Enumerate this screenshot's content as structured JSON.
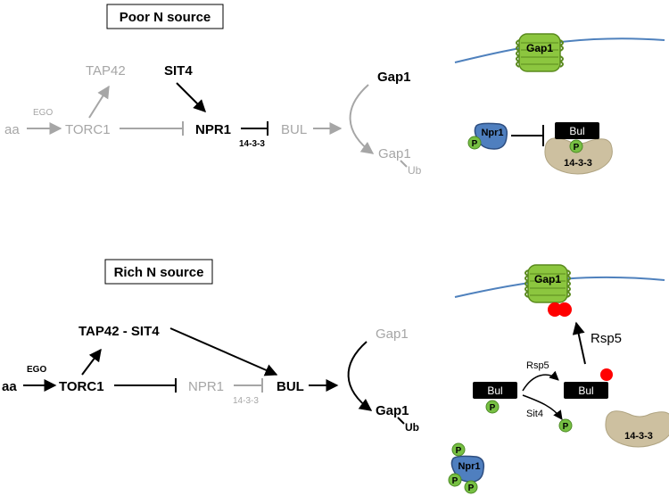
{
  "colors": {
    "black": "#000000",
    "grey": "#a6a6a6",
    "membrane": "#4f81bd",
    "gap1_green": "#8cc63f",
    "gap1_dark": "#5a8a1e",
    "npr1_blue": "#4f7fbf",
    "phospho_green": "#77c043",
    "tan_1433": "#cdc0a0",
    "ubiquitin_red": "#ff0000"
  },
  "poor": {
    "title": "Poor N source",
    "aa": "aa",
    "ego": "EGO",
    "torc1": "TORC1",
    "tap42": "TAP42",
    "sit4": "SIT4",
    "npr1": "NPR1",
    "f1433": "14-3-3",
    "bul": "BUL",
    "gap1_top": "Gap1",
    "gap1_bottom": "Gap1",
    "ub": "Ub",
    "cartoon": {
      "gap1": "Gap1",
      "npr1": "Npr1",
      "p1": "P",
      "bul": "Bul",
      "p2": "P",
      "f1433": "14-3-3"
    }
  },
  "rich": {
    "title": "Rich N source",
    "aa": "aa",
    "ego": "EGO",
    "torc1": "TORC1",
    "tap42_sit4": "TAP42 - SIT4",
    "npr1": "NPR1",
    "f1433": "14-3-3",
    "bul": "BUL",
    "gap1_top": "Gap1",
    "gap1_bottom": "Gap1",
    "ub": "Ub",
    "cartoon": {
      "gap1": "Gap1",
      "rsp5_big": "Rsp5",
      "bul_left": "Bul",
      "bul_right": "Bul",
      "p_bul": "P",
      "rsp5_small": "Rsp5",
      "sit4": "Sit4",
      "p_free": "P",
      "f1433": "14-3-3",
      "npr1": "Npr1",
      "p_a": "P",
      "p_b": "P",
      "p_c": "P"
    }
  }
}
